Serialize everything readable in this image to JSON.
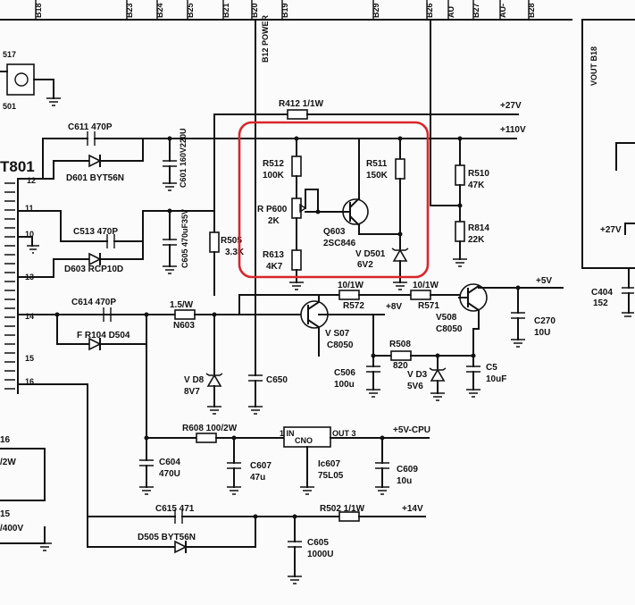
{
  "bus": {
    "labels": [
      "B18",
      "B23",
      "B24",
      "B25",
      "B21",
      "B20",
      "B19",
      "B29",
      "B26",
      "AU",
      "B27",
      "AU-",
      "B28"
    ],
    "b12": "B12 POWER",
    "vout": "VOUT B18"
  },
  "transformer": {
    "name": "T801",
    "pins": [
      "12",
      "11",
      "10",
      "13",
      "14",
      "15",
      "16"
    ]
  },
  "rails": {
    "v27a": "+27V",
    "v110": "+110V",
    "v27b": "+27V",
    "v8": "+8V",
    "v5": "+5V",
    "v5cpu": "+5V-CPU",
    "v14": "+14V"
  },
  "components": {
    "c611": "C611   470P",
    "d601": "D601 BYT56N",
    "c601": "C601 160V220U",
    "r412": "R412  1/1W",
    "c513": "C513  470P",
    "d603": "D603  RCP10D",
    "c605_top": "C605 470uF35V",
    "r505": "R505",
    "r505_value": "3.3K",
    "r512": "R512",
    "r512_value": "100K",
    "rp600": "R P600",
    "rp600_value": "2K",
    "r613": "R613",
    "r613_value": "4K7",
    "r511": "R511",
    "r511_value": "150K",
    "q603": "Q603",
    "q603_value": "2SC846",
    "d501": "V D501",
    "d501_value": "6V2",
    "r510": "R510",
    "r510_value": "47K",
    "r814": "R814",
    "r814_value": "22K",
    "c404": "C404",
    "c404_value": "152",
    "c614": "C614  470P",
    "fr104": "F R104  D504",
    "n603_value": "1.5/W",
    "n603": "N603",
    "d8": "V D8",
    "d8_value": "8V7",
    "c650": "C650",
    "r572_value": "10/1W",
    "r572": "R572",
    "r571_value": "10/1W",
    "r571": "R571",
    "vs07": "V S07",
    "vs07_value": "C8050",
    "c506": "C506",
    "c506_value": "100u",
    "r508": "R508",
    "r508_value": "820",
    "vd3": "V D3",
    "vd3_value": "5V6",
    "c5": "C5",
    "c5_value": "10uF",
    "v508": "V508",
    "v508_value": "C8050",
    "c270": "C270",
    "c270_value": "10U",
    "r608": "R608 100/2W",
    "c604": "C604",
    "c604_value": "470U",
    "c607": "C607",
    "c607_value": "47u",
    "c609": "C609",
    "c609_value": "10u",
    "c615": "C615  471",
    "d505": "D505  BYT56N",
    "r502": "R502  1/1W",
    "c605_bot": "C605",
    "c605_bot_value": "1000U"
  },
  "ic": {
    "pin_in": "1  IN",
    "pin_gnd": "CNO",
    "pin_out": "OUT 3",
    "name": "Ic607",
    "part": "75L05"
  },
  "fragments": {
    "f517": "517",
    "f501": "501",
    "f16": "16",
    "f12w": "/2W",
    "f15": "15",
    "f400v": "/400V"
  },
  "colors": {
    "highlight": "#d9262b",
    "ink": "#111111"
  }
}
